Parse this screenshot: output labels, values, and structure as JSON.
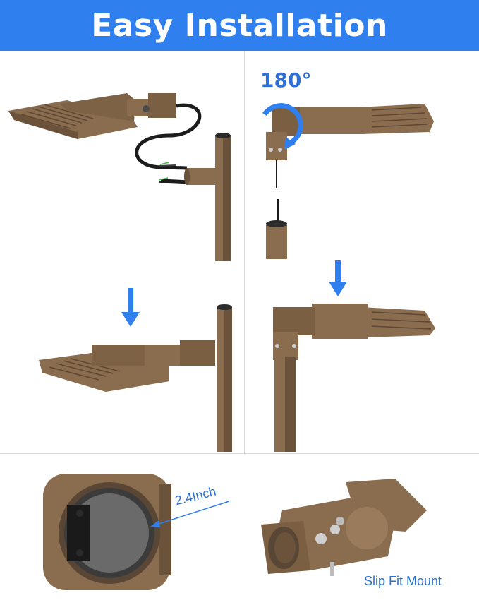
{
  "banner": {
    "title": "Easy Installation",
    "color": "#2f80ee"
  },
  "labels": {
    "rotation": "180°",
    "diameter": "2.4Inch",
    "mount": "Slip Fit Mount"
  },
  "colors": {
    "fixture": "#8a6d4f",
    "fixture_dark": "#6b533b",
    "arrow": "#2f80ee",
    "cable": "#1c1c1c"
  }
}
